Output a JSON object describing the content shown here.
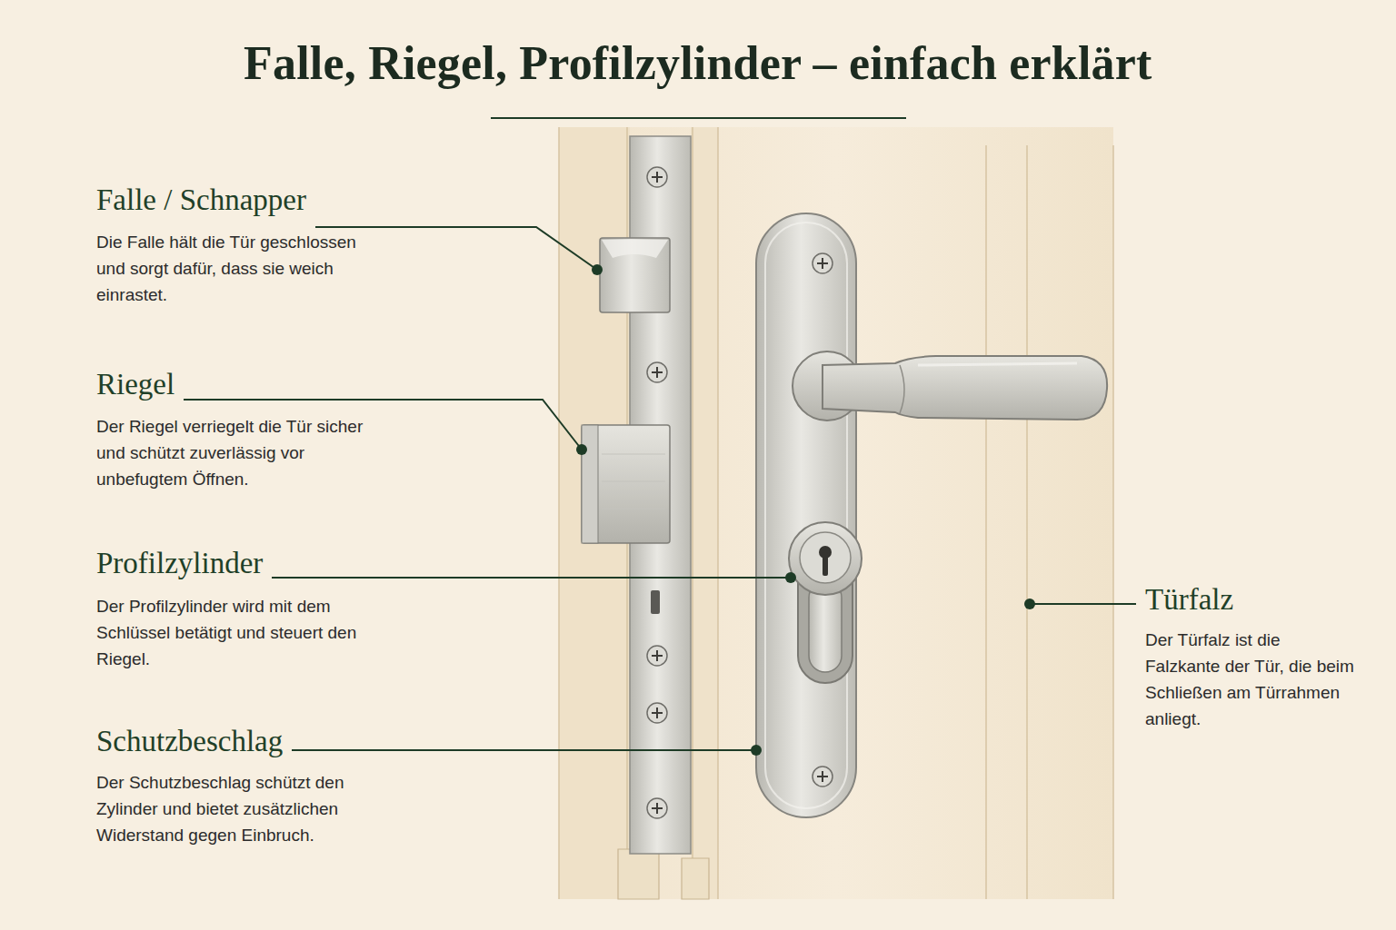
{
  "diagram": {
    "title": "Falle, Riegel, Profilzylinder – einfach erklärt",
    "labels": [
      "Falle / Schnapper",
      "Die Falle hält die Tür geschlossen und sorgt dafür, dass sie weich einrastet.",
      "Riegel",
      "Der Riegel verriegelt die Tür sicher und schützt zuverlässig vor unbefugtem Öffnen.",
      "Profilzylinder",
      "Der Profilzylinder wird mit dem Schlüssel betätigt und steuert den Riegel.",
      "Schutzbeschlag",
      "Der Schutzbeschlag schützt den Zylinder und bietet zusätzlichen Widerstand gegen Einbruch.",
      "Türfalz",
      "Der Türfalz ist die Falzkante der Tür, die beim Schließen am Türrahmen anliegt."
    ]
  }
}
